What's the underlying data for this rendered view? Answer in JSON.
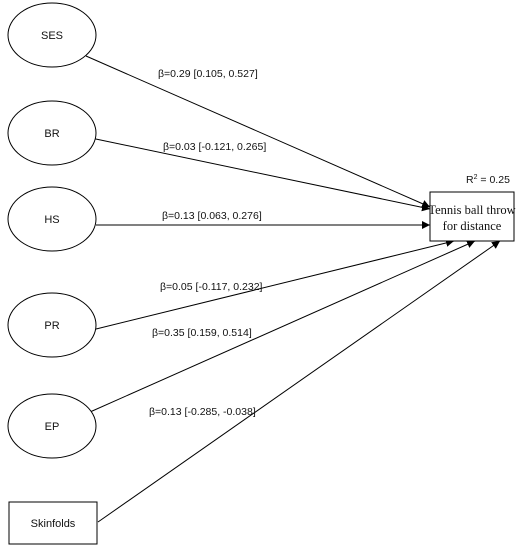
{
  "nodes": {
    "ses": "SES",
    "br": "BR",
    "hs": "HS",
    "pr": "PR",
    "ep": "EP",
    "skinfolds": "Skinfolds"
  },
  "target": {
    "line1": "Tennis ball throw",
    "line2": "for distance",
    "r2_prefix": "R",
    "r2_sup": "2",
    "r2_value": " = 0.25"
  },
  "edges": {
    "ses": "β=0.29 [0.105, 0.527]",
    "br": "β=0.03 [-0.121, 0.265]",
    "hs": "β=0.13 [0.063, 0.276]",
    "pr": "β=0.05 [-0.117, 0.232]",
    "ep": "β=0.35 [0.159, 0.514]",
    "skinfolds": "β=0.13 [-0.285, -0.038]"
  },
  "colors": {
    "stroke": "#000000",
    "fill": "#ffffff",
    "text": "#111111"
  }
}
